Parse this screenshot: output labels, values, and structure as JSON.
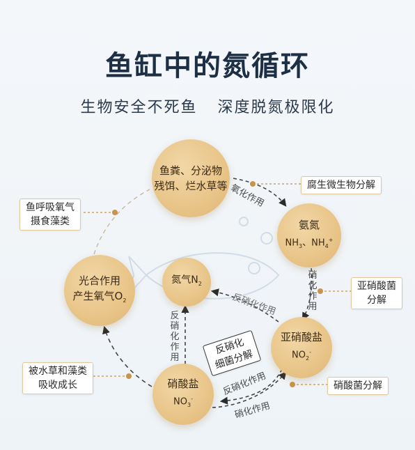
{
  "title": "鱼缸中的氮循环",
  "subtitle": [
    "生物安全不死鱼",
    "深度脱氮极限化"
  ],
  "nodes": {
    "waste": {
      "line1": "鱼粪、分泌物",
      "line2": "残饵、烂水草等"
    },
    "ammonia": {
      "line1": "氨氮",
      "nh3": "NH",
      "nh3_sub": "3",
      "sep": "、",
      "nh4": "NH",
      "nh4_sub": "4",
      "nh4_sup": "+"
    },
    "nitrogen": {
      "label": "氮气",
      "formula": "N",
      "formula_sub": "2"
    },
    "nitrite": {
      "line1": "亚硝酸盐",
      "formula": "NO",
      "formula_sub": "2",
      "formula_sup": "-"
    },
    "nitrate": {
      "line1": "硝酸盐",
      "formula": "NO",
      "formula_sub": "3",
      "formula_sup": "-"
    },
    "photosynthesis": {
      "line1": "光合作用",
      "line2": "产生氧气O",
      "line2_sub": "2"
    }
  },
  "boxes": {
    "decomposition": "腐生微生物分解",
    "nitrite_bacteria": [
      "亚硝酸菌",
      "分解"
    ],
    "nitrate_bacteria": "硝酸菌分解",
    "denitrify_box": [
      "反硝化",
      "细菌分解"
    ],
    "plants": [
      "被水草和藻类",
      "吸收成长"
    ],
    "fish_breath": [
      "鱼呼吸氧气",
      "摄食藻类"
    ]
  },
  "arrow_labels": {
    "oxidation": "氧化作用",
    "nitrification_right": "硝化作用",
    "denitrification_left": "反硝化作用",
    "denitrification_bottom": "反硝化作用",
    "nitrification_bottom": "硝化作用",
    "reverse_diagonal": "反硝化作用"
  },
  "colors": {
    "node": "#e8c488",
    "box_border": "#e3c79b",
    "dot": "#c8934a",
    "title": "#1d2f45"
  }
}
